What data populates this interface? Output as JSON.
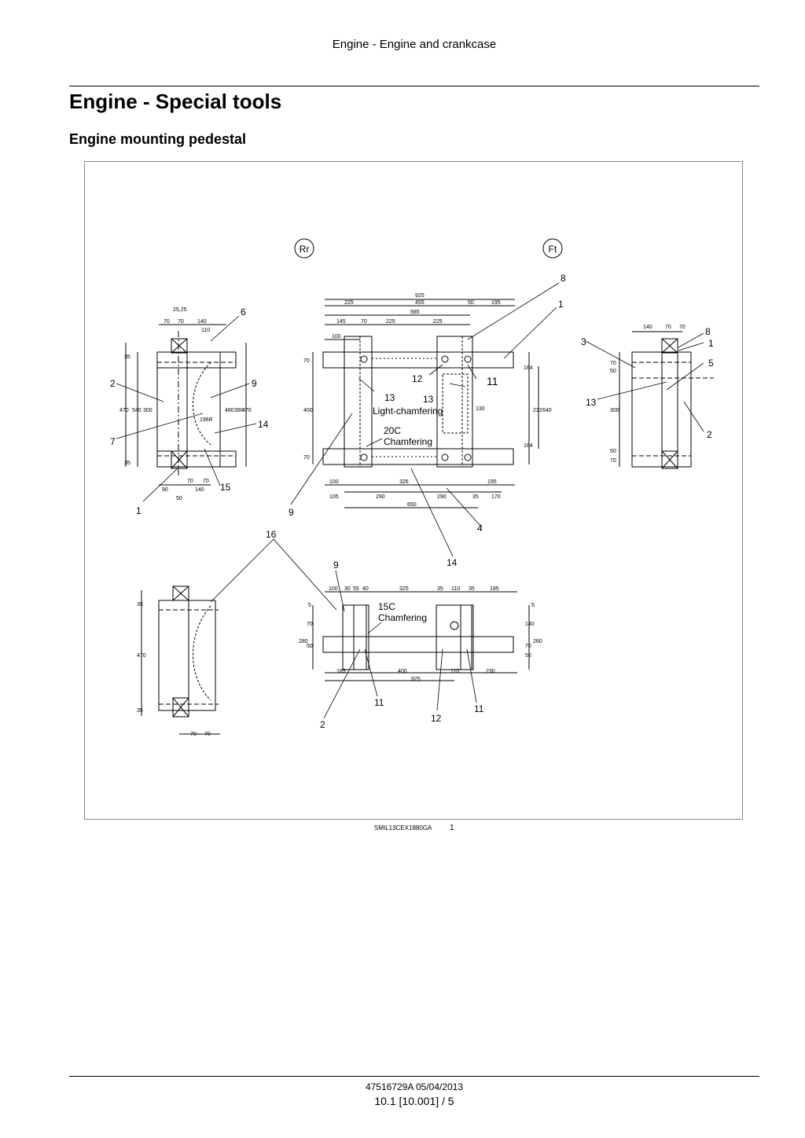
{
  "header": {
    "running_title": "Engine - Engine and crankcase"
  },
  "section": {
    "title": "Engine - Special tools",
    "subtitle": "Engine mounting pedestal"
  },
  "figure": {
    "orientation_rear": "Rr",
    "orientation_front": "Ft",
    "notes": {
      "light_chamfering": "Light-chamfering",
      "chamfer_20c_a": "20C",
      "chamfer_20c_b": "Chamfering",
      "chamfer_15c_a": "15C",
      "chamfer_15c_b": "Chamfering"
    },
    "callouts": {
      "c1": "1",
      "c2": "2",
      "c3": "3",
      "c4": "4",
      "c5": "5",
      "c6": "6",
      "c7": "7",
      "c8": "8",
      "c9": "9",
      "c11": "11",
      "c12": "12",
      "c13": "13",
      "c14": "14",
      "c15": "15",
      "c16": "16"
    },
    "dims": {
      "d925": "925",
      "d225": "225",
      "d455": "455",
      "d50": "50",
      "d195": "195",
      "d585": "585",
      "d145": "145",
      "d70": "70",
      "d100": "100",
      "d164": "164",
      "d212": "212",
      "d640": "640",
      "d400": "400",
      "d130": "130",
      "d290": "290",
      "d650": "650",
      "d105": "105",
      "d35": "35",
      "d170": "170",
      "d140": "140",
      "d110": "110",
      "d470": "470",
      "d300": "300",
      "d540": "540",
      "d480": "480",
      "d390": "390",
      "d196r": "196R",
      "d90": "90",
      "d2525": "25,25",
      "d185": "185",
      "d230": "230",
      "d280": "280",
      "d260": "260",
      "d55": "55",
      "d40": "40",
      "d30": "30",
      "d325": "325",
      "d5": "5",
      "d326": "326"
    },
    "caption_code": "SMIL13CEX1880GA",
    "caption_number": "1"
  },
  "footer": {
    "doc_code": "47516729A 05/04/2013",
    "page_ref": "10.1 [10.001] / 5"
  }
}
